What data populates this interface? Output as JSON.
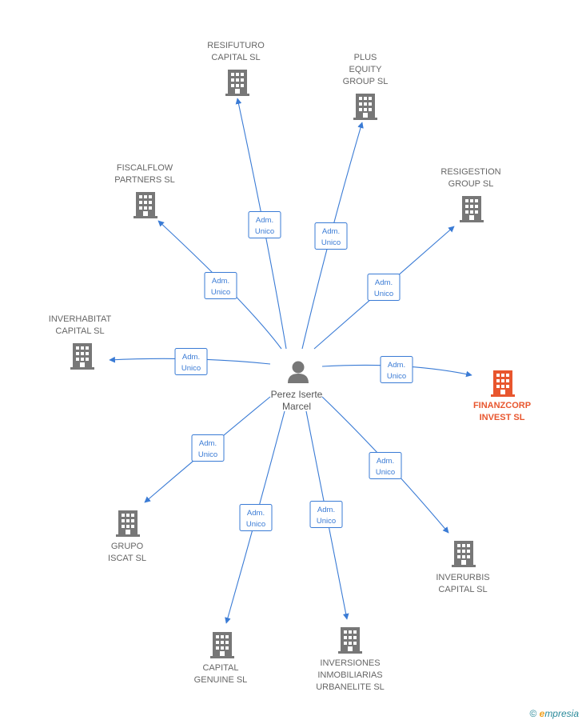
{
  "colors": {
    "edge": "#3a7bd5",
    "building": "#777777",
    "building_highlight": "#e8562e",
    "label": "#666666",
    "highlight_label": "#e8562e",
    "person": "#777777"
  },
  "person": {
    "name_line1": "Perez Iserte",
    "name_line2": "Marcel",
    "icon": "person-icon"
  },
  "companies": [
    {
      "id": "resifuturo",
      "lines": [
        "RESIFUTURO",
        "CAPITAL  SL"
      ],
      "role": [
        "Adm.",
        "Unico"
      ],
      "highlight": false
    },
    {
      "id": "plus-equity",
      "lines": [
        "PLUS",
        "EQUITY",
        "GROUP  SL"
      ],
      "role": [
        "Adm.",
        "Unico"
      ],
      "highlight": false
    },
    {
      "id": "fiscalflow",
      "lines": [
        "FISCALFLOW",
        "PARTNERS  SL"
      ],
      "role": [
        "Adm.",
        "Unico"
      ],
      "highlight": false
    },
    {
      "id": "resigestion",
      "lines": [
        "RESIGESTION",
        "GROUP  SL"
      ],
      "role": [
        "Adm.",
        "Unico"
      ],
      "highlight": false
    },
    {
      "id": "inverhabitat",
      "lines": [
        "INVERHABITAT",
        "CAPITAL  SL"
      ],
      "role": [
        "Adm.",
        "Unico"
      ],
      "highlight": false
    },
    {
      "id": "finanzcorp",
      "lines": [
        "FINANZCORP",
        "INVEST  SL"
      ],
      "role": [
        "Adm.",
        "Unico"
      ],
      "highlight": true
    },
    {
      "id": "grupo-iscat",
      "lines": [
        "GRUPO",
        "ISCAT SL"
      ],
      "role": [
        "Adm.",
        "Unico"
      ],
      "highlight": false
    },
    {
      "id": "inverurbis",
      "lines": [
        "INVERURBIS",
        "CAPITAL  SL"
      ],
      "role": [
        "Adm.",
        "Unico"
      ],
      "highlight": false
    },
    {
      "id": "capital-genuine",
      "lines": [
        "CAPITAL",
        "GENUINE  SL"
      ],
      "role": [
        "Adm.",
        "Unico"
      ],
      "highlight": false
    },
    {
      "id": "inversiones-urbanelite",
      "lines": [
        "INVERSIONES",
        "INMOBILIARIAS",
        "URBANELITE  SL"
      ],
      "role": [
        "Adm.",
        "Unico"
      ],
      "highlight": false
    }
  ],
  "footer": {
    "copyright": "©",
    "brand_first": "e",
    "brand_rest": "mpresia"
  }
}
